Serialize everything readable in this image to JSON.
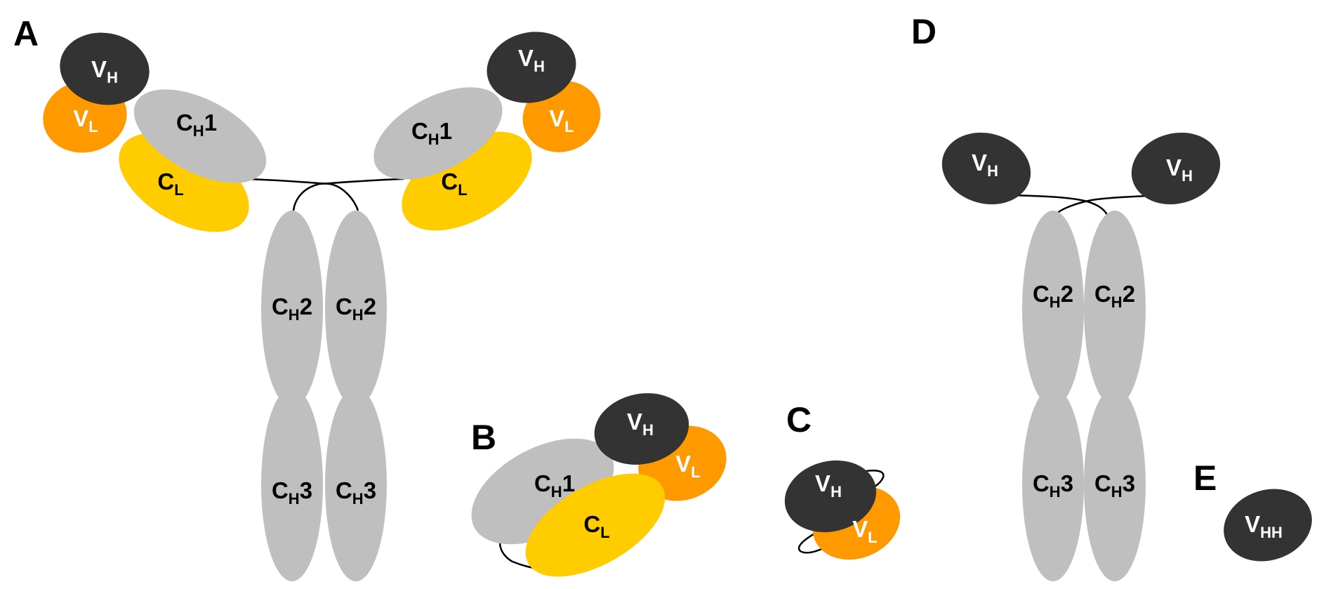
{
  "colors": {
    "variable_heavy": "#333333",
    "variable_light": "#FF9900",
    "constant_heavy": "#BFBFBF",
    "constant_light": "#FFCC00",
    "linker": "#000000",
    "text_dark": "#000000",
    "text_light": "#FFFFFF"
  },
  "panels": {
    "A": "A",
    "B": "B",
    "C": "C",
    "D": "D",
    "E": "E"
  },
  "labels": {
    "V": "V",
    "C": "C",
    "H": "H",
    "L": "L",
    "HH": "HH",
    "one": "1",
    "two": "2",
    "three": "3"
  }
}
